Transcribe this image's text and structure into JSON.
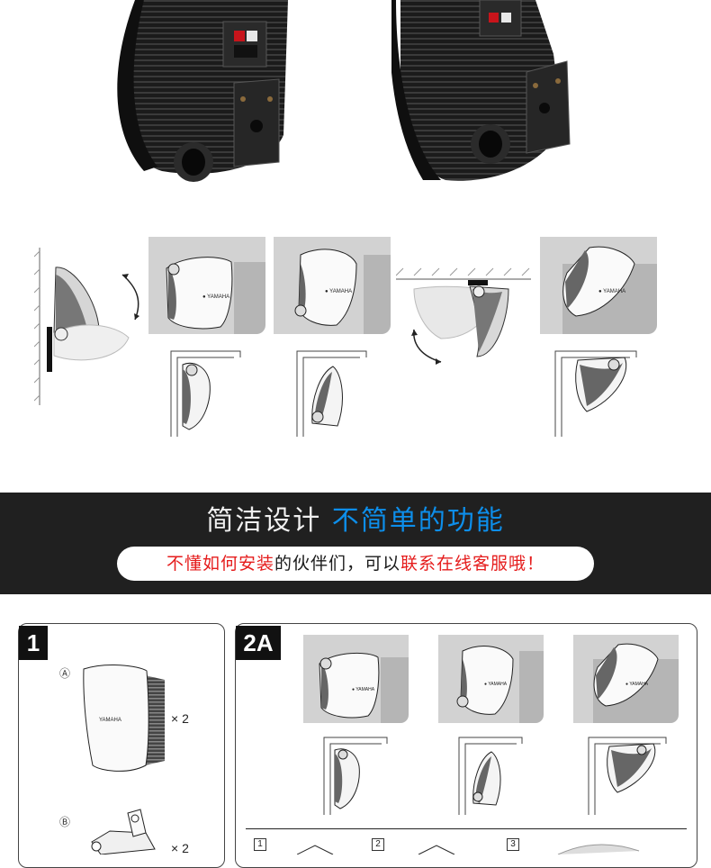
{
  "banner": {
    "title_plain": "简洁设计",
    "title_highlight": "不简单的功能",
    "pill_red_start": "不懂如何安装",
    "pill_mid": "的伙伴们，可以",
    "pill_red_end": "联系在线客服哦！"
  },
  "panel1": {
    "tag": "1",
    "part_a_label": "Ⓐ",
    "part_a_qty": "× 2",
    "part_b_label": "Ⓑ",
    "part_b_qty": "× 2",
    "brand_text": "YAMAHA"
  },
  "panel2": {
    "tag": "2A",
    "steps": [
      "1",
      "2",
      "3"
    ]
  },
  "colors": {
    "banner_bg": "#202020",
    "highlight_blue": "#0d8eea",
    "alert_red": "#e51c1c",
    "speaker_body": "#1c1c1c"
  }
}
